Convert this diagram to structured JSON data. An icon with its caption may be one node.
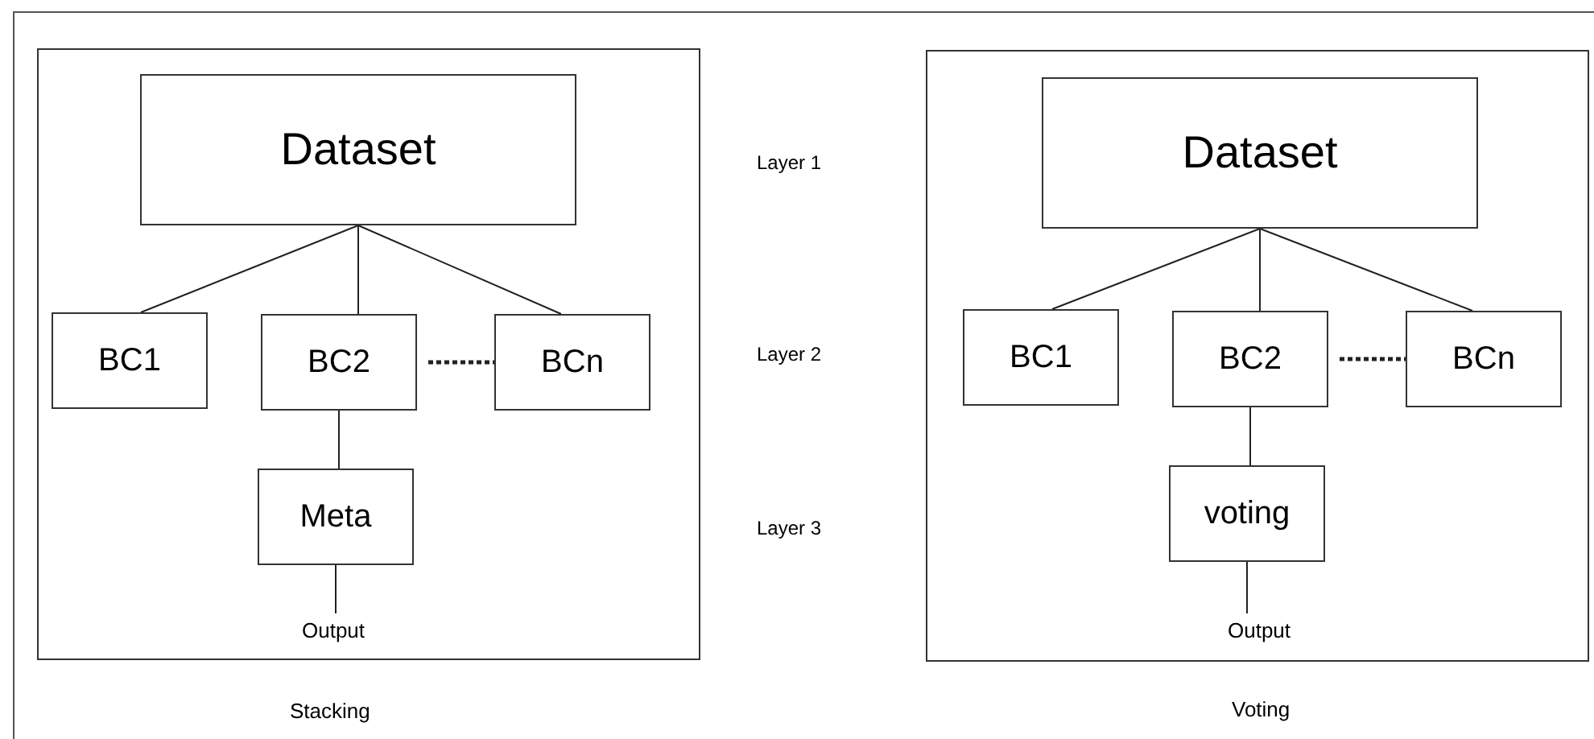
{
  "diagram": {
    "nodes": [
      {
        "text": [],
        "shape": "box",
        "beside": [
          "Stacking"
        ]
      },
      {
        "text": [
          "Dataset"
        ],
        "in": 0
      },
      {
        "text": [
          "BC1"
        ],
        "in": 0
      },
      {
        "text": [
          "BC2"
        ],
        "in": 0
      },
      {
        "text": [
          "BCn"
        ],
        "in": 0
      },
      {
        "text": [
          "Meta"
        ],
        "in": 0
      },
      {
        "text": [
          "Output"
        ],
        "in": 0
      },
      {
        "text": [],
        "shape": "box",
        "beside": [
          "Voting"
        ]
      },
      {
        "text": [
          "Dataset"
        ],
        "in": 7
      },
      {
        "text": [
          "BC1"
        ],
        "in": 7
      },
      {
        "text": [
          "BC2"
        ],
        "in": 7
      },
      {
        "text": [
          "BCn"
        ],
        "in": 7
      },
      {
        "text": [
          "voting"
        ],
        "in": 7
      },
      {
        "text": [
          "Output"
        ],
        "in": 7
      }
    ],
    "edges": [
      {
        "from": 1,
        "to": 2,
        "arrow": "none"
      },
      {
        "from": 1,
        "to": 3,
        "arrow": "none"
      },
      {
        "from": 1,
        "to": 4,
        "arrow": "none"
      },
      {
        "from": 3,
        "to": 4,
        "arrow": "none",
        "style": "dashed"
      },
      {
        "from": 3,
        "to": 5,
        "arrow": "none"
      },
      {
        "from": 5,
        "to": 6,
        "arrow": "none"
      },
      {
        "from": 8,
        "to": 9,
        "arrow": "none"
      },
      {
        "from": 8,
        "to": 10,
        "arrow": "none"
      },
      {
        "from": 8,
        "to": 11,
        "arrow": "none"
      },
      {
        "from": 10,
        "to": 11,
        "arrow": "none",
        "style": "dashed"
      },
      {
        "from": 10,
        "to": 12,
        "arrow": "none"
      },
      {
        "from": 12,
        "to": 13,
        "arrow": "none"
      }
    ],
    "labels": [
      "Layer 1",
      "Layer 2",
      "Layer 3"
    ]
  }
}
